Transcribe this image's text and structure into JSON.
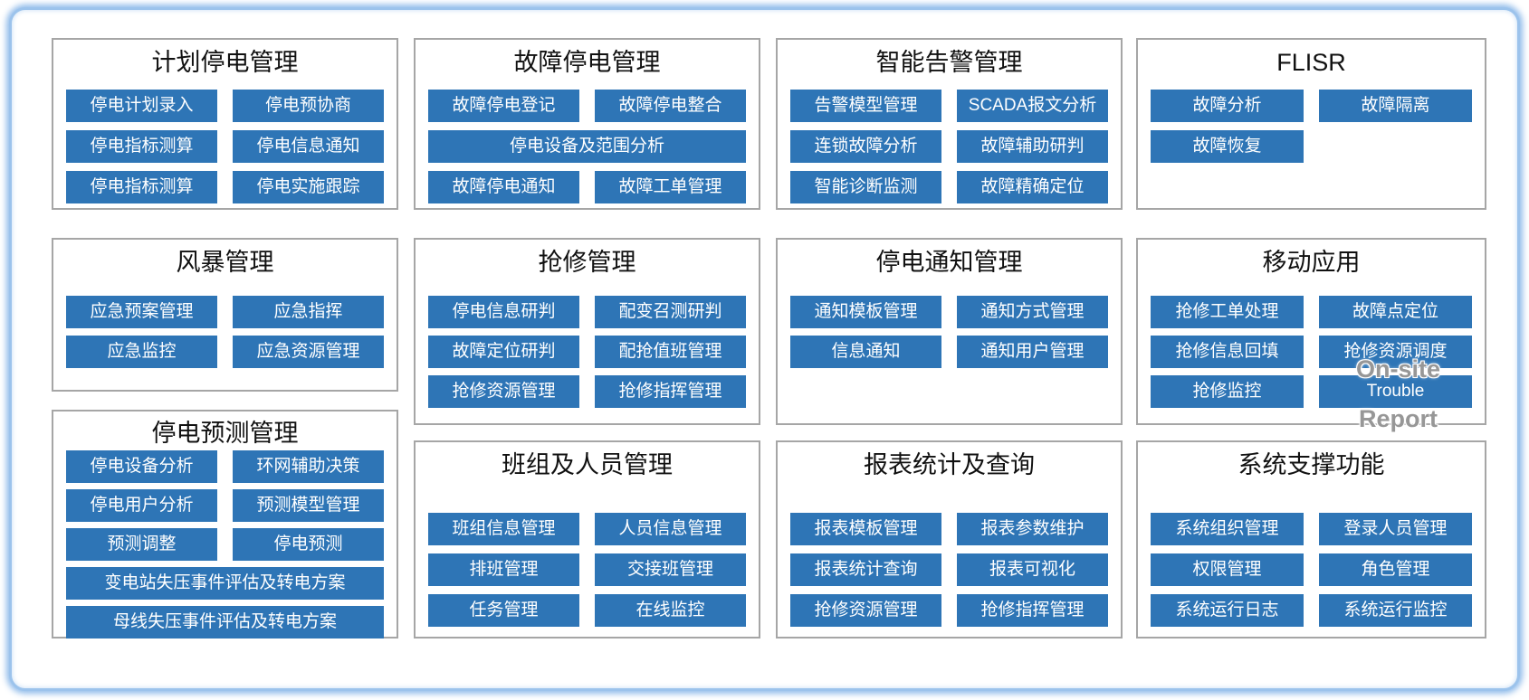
{
  "colors": {
    "button_bg": "#2E75B6",
    "button_text": "#FFFFFF",
    "panel_border": "#A6A6A6",
    "frame_glow": "#9CC3EC",
    "title_text": "#111111"
  },
  "overlay": {
    "above": "On-site",
    "below": "Report"
  },
  "panels": [
    {
      "title": "计划停电管理",
      "rows": [
        [
          "停电计划录入",
          "停电预协商"
        ],
        [
          "停电指标测算",
          "停电信息通知"
        ],
        [
          "停电指标测算",
          "停电实施跟踪"
        ]
      ]
    },
    {
      "title": "故障停电管理",
      "rows": [
        [
          "故障停电登记",
          "故障停电整合"
        ],
        [
          "停电设备及范围分析"
        ],
        [
          "故障停电通知",
          "故障工单管理"
        ]
      ]
    },
    {
      "title": "智能告警管理",
      "rows": [
        [
          "告警模型管理",
          "SCADA报文分析"
        ],
        [
          "连锁故障分析",
          "故障辅助研判"
        ],
        [
          "智能诊断监测",
          "故障精确定位"
        ]
      ]
    },
    {
      "title": "FLISR",
      "rows": [
        [
          "故障分析",
          "故障隔离"
        ],
        [
          "故障恢复"
        ]
      ]
    },
    {
      "title": "风暴管理",
      "rows": [
        [
          "应急预案管理",
          "应急指挥"
        ],
        [
          "应急监控",
          "应急资源管理"
        ]
      ]
    },
    {
      "title": "抢修管理",
      "rows": [
        [
          "停电信息研判",
          "配变召测研判"
        ],
        [
          "故障定位研判",
          "配抢值班管理"
        ],
        [
          "抢修资源管理",
          "抢修指挥管理"
        ]
      ]
    },
    {
      "title": "停电通知管理",
      "rows": [
        [
          "通知模板管理",
          "通知方式管理"
        ],
        [
          "信息通知",
          "通知用户管理"
        ]
      ]
    },
    {
      "title": "移动应用",
      "rows": [
        [
          "抢修工单处理",
          "故障点定位"
        ],
        [
          "抢修信息回填",
          "抢修资源调度"
        ],
        [
          "抢修监控",
          "Trouble"
        ]
      ]
    },
    {
      "title": "停电预测管理",
      "rows": [
        [
          "停电设备分析",
          "环网辅助决策"
        ],
        [
          "停电用户分析",
          "预测模型管理"
        ],
        [
          "预测调整",
          "停电预测"
        ],
        [
          "变电站失压事件评估及转电方案"
        ],
        [
          "母线失压事件评估及转电方案"
        ]
      ]
    },
    {
      "title": "班组及人员管理",
      "rows": [
        [
          "班组信息管理",
          "人员信息管理"
        ],
        [
          "排班管理",
          "交接班管理"
        ],
        [
          "任务管理",
          "在线监控"
        ]
      ]
    },
    {
      "title": "报表统计及查询",
      "rows": [
        [
          "报表模板管理",
          "报表参数维护"
        ],
        [
          "报表统计查询",
          "报表可视化"
        ],
        [
          "抢修资源管理",
          "抢修指挥管理"
        ]
      ]
    },
    {
      "title": "系统支撑功能",
      "rows": [
        [
          "系统组织管理",
          "登录人员管理"
        ],
        [
          "权限管理",
          "角色管理"
        ],
        [
          "系统运行日志",
          "系统运行监控"
        ]
      ]
    }
  ]
}
